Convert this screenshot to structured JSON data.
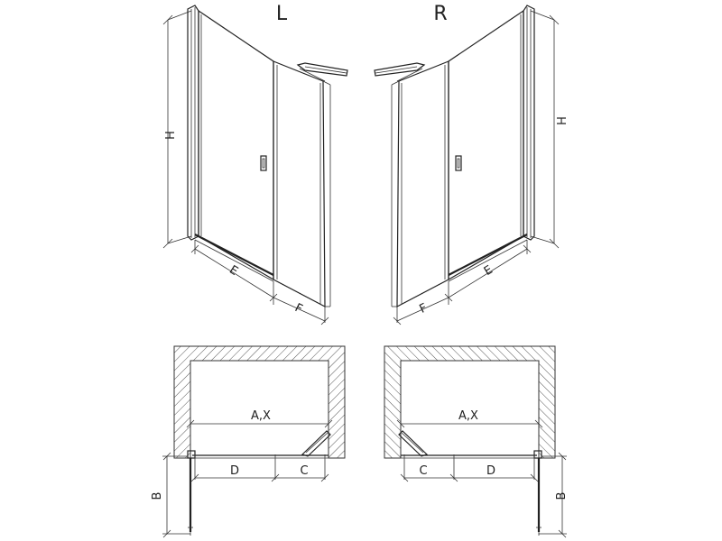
{
  "views": {
    "left": {
      "side_label": "L",
      "height_label": "H",
      "bottom_label_1": "E",
      "bottom_label_2": "F"
    },
    "right": {
      "side_label": "R",
      "height_label": "H",
      "bottom_label_1": "E",
      "bottom_label_2": "F"
    }
  },
  "plans": {
    "left": {
      "width_label": "A,X",
      "door_label": "D",
      "fixed_label": "C",
      "depth_label": "B"
    },
    "right": {
      "width_label": "A,X",
      "door_label": "D",
      "fixed_label": "C",
      "depth_label": "B"
    }
  }
}
